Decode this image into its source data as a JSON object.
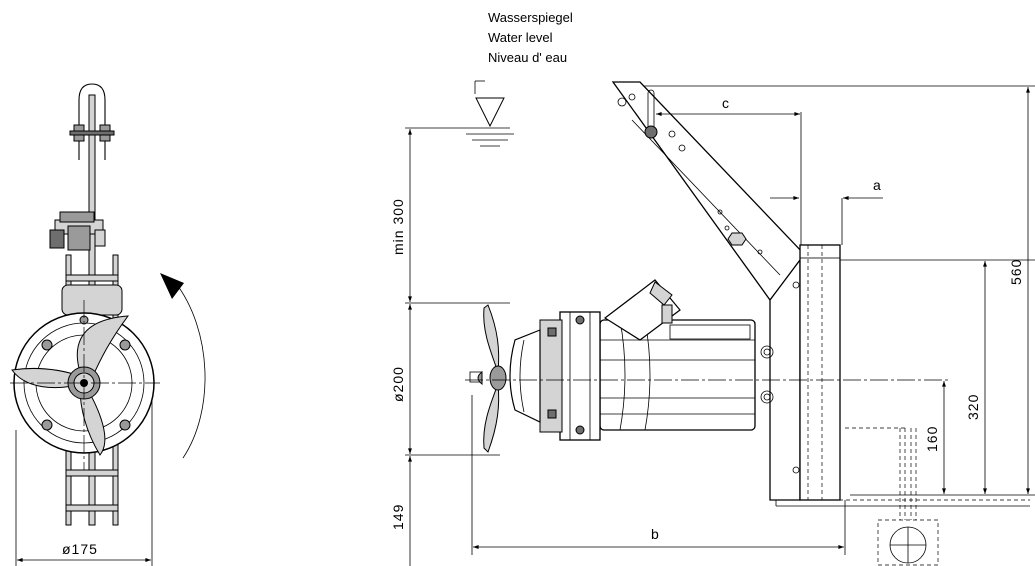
{
  "water_level": {
    "de": "Wasserspiegel",
    "en": "Water level",
    "fr": "Niveau d' eau"
  },
  "dimensions": {
    "diameter_front": "ø175",
    "clearance": "min 300",
    "propeller_diameter": "ø200",
    "bottom_clearance": "149",
    "length_b": "b",
    "offset_a": "a",
    "offset_c": "c",
    "height_160": "160",
    "height_320": "320",
    "height_560": "560"
  }
}
